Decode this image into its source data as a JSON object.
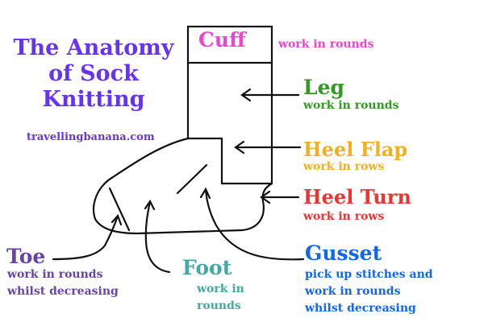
{
  "title": {
    "line1": "The Anatomy",
    "line2": "of Sock",
    "line3": "Knitting",
    "color": "#6633ee"
  },
  "website": "travellingbanana.com",
  "parts": {
    "cuff": {
      "name": "Cuff",
      "desc": "work in rounds",
      "color": "#ee44cc"
    },
    "leg": {
      "name": "Leg",
      "desc": "work in rounds",
      "color": "#339922"
    },
    "heel_flap": {
      "name": "Heel Flap",
      "desc": "work in rows",
      "color": "#f0b020"
    },
    "heel_turn": {
      "name": "Heel Turn",
      "desc": "work in rows",
      "color": "#ee3333"
    },
    "toe": {
      "name": "Toe",
      "desc1": "work in rounds",
      "desc2": "whilst decreasing",
      "color": "#6644aa"
    },
    "foot": {
      "name": "Foot",
      "desc1": "work in",
      "desc2": "rounds",
      "color": "#44aaa0"
    },
    "gusset": {
      "name": "Gusset",
      "desc1": "pick up stitches and",
      "desc2": "work in rounds",
      "desc3": "whilst decreasing",
      "color": "#1166ee"
    }
  }
}
